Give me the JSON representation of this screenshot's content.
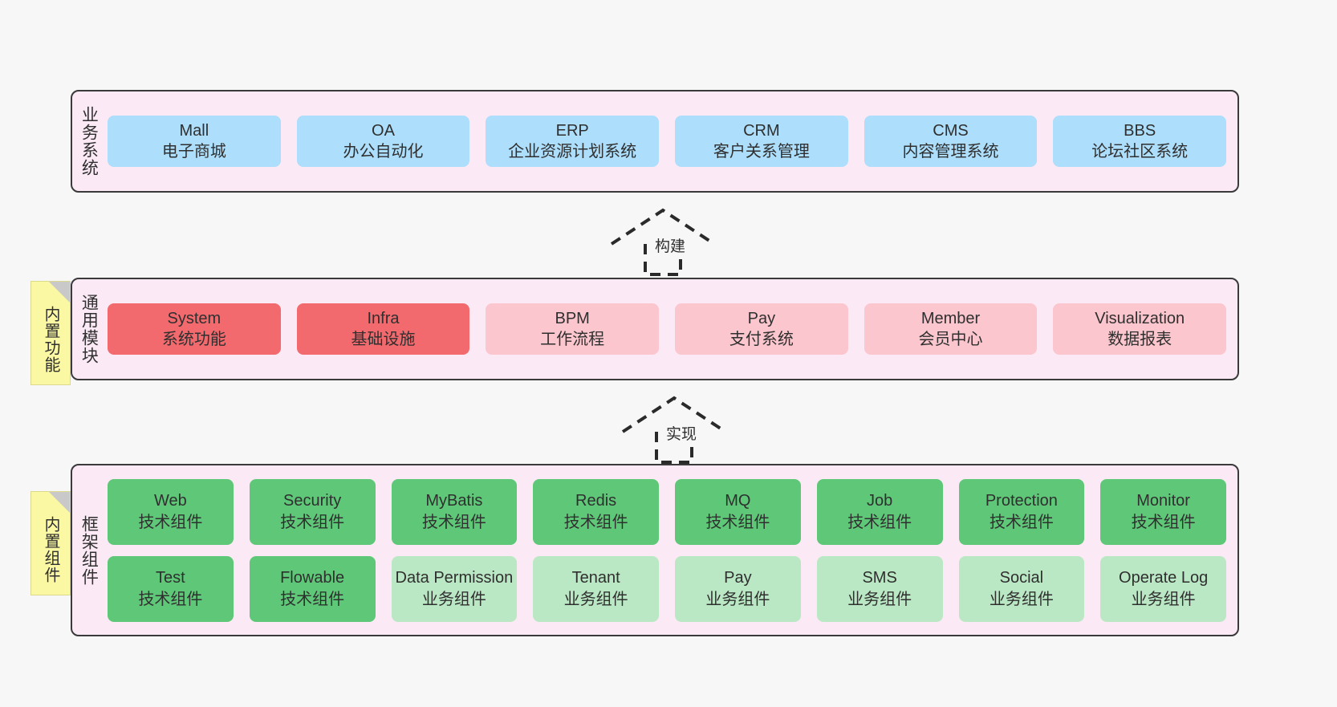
{
  "diagram": {
    "background": "#f7f7f7",
    "container_fill": "#fbeaf5",
    "container_stroke": "#3a3a3a"
  },
  "layers": [
    {
      "id": "business",
      "title": "业务系统",
      "note": null,
      "rows": [
        {
          "style": "c-blue",
          "cards": [
            {
              "name": "Mall",
              "sub": "电子商城",
              "color": "#addefb"
            },
            {
              "name": "OA",
              "sub": "办公自动化",
              "color": "#addefb"
            },
            {
              "name": "ERP",
              "sub": "企业资源计划系统",
              "color": "#addefb"
            },
            {
              "name": "CRM",
              "sub": "客户关系管理",
              "color": "#addefb"
            },
            {
              "name": "CMS",
              "sub": "内容管理系统",
              "color": "#addefb"
            },
            {
              "name": "BBS",
              "sub": "论坛社区系统",
              "color": "#addefb"
            }
          ]
        }
      ]
    },
    {
      "id": "common-modules",
      "title": "通用模块",
      "note": "内置功能",
      "rows": [
        {
          "cards": [
            {
              "name": "System",
              "sub": "系统功能",
              "color": "#f26a6e",
              "style": "c-red"
            },
            {
              "name": "Infra",
              "sub": "基础设施",
              "color": "#f26a6e",
              "style": "c-red"
            },
            {
              "name": "BPM",
              "sub": "工作流程",
              "color": "#fbc6cd",
              "style": "c-pink"
            },
            {
              "name": "Pay",
              "sub": "支付系统",
              "color": "#fbc6cd",
              "style": "c-pink"
            },
            {
              "name": "Member",
              "sub": "会员中心",
              "color": "#fbc6cd",
              "style": "c-pink"
            },
            {
              "name": "Visualization",
              "sub": "数据报表",
              "color": "#fbc6cd",
              "style": "c-pink"
            }
          ]
        }
      ]
    },
    {
      "id": "framework-components",
      "title": "框架组件",
      "note": "内置组件",
      "rows": [
        {
          "cards": [
            {
              "name": "Web",
              "sub": "技术组件",
              "color": "#5fc878",
              "style": "c-green"
            },
            {
              "name": "Security",
              "sub": "技术组件",
              "color": "#5fc878",
              "style": "c-green"
            },
            {
              "name": "MyBatis",
              "sub": "技术组件",
              "color": "#5fc878",
              "style": "c-green"
            },
            {
              "name": "Redis",
              "sub": "技术组件",
              "color": "#5fc878",
              "style": "c-green"
            },
            {
              "name": "MQ",
              "sub": "技术组件",
              "color": "#5fc878",
              "style": "c-green"
            },
            {
              "name": "Job",
              "sub": "技术组件",
              "color": "#5fc878",
              "style": "c-green"
            },
            {
              "name": "Protection",
              "sub": "技术组件",
              "color": "#5fc878",
              "style": "c-green"
            },
            {
              "name": "Monitor",
              "sub": "技术组件",
              "color": "#5fc878",
              "style": "c-green"
            }
          ]
        },
        {
          "cards": [
            {
              "name": "Test",
              "sub": "技术组件",
              "color": "#5fc878",
              "style": "c-green"
            },
            {
              "name": "Flowable",
              "sub": "技术组件",
              "color": "#5fc878",
              "style": "c-green"
            },
            {
              "name": "Data Permission",
              "sub": "业务组件",
              "color": "#bbe8c4",
              "style": "c-lightgrn"
            },
            {
              "name": "Tenant",
              "sub": "业务组件",
              "color": "#bbe8c4",
              "style": "c-lightgrn"
            },
            {
              "name": "Pay",
              "sub": "业务组件",
              "color": "#bbe8c4",
              "style": "c-lightgrn"
            },
            {
              "name": "SMS",
              "sub": "业务组件",
              "color": "#bbe8c4",
              "style": "c-lightgrn"
            },
            {
              "name": "Social",
              "sub": "业务组件",
              "color": "#bbe8c4",
              "style": "c-lightgrn"
            },
            {
              "name": "Operate Log",
              "sub": "业务组件",
              "color": "#bbe8c4",
              "style": "c-lightgrn"
            }
          ]
        }
      ]
    }
  ],
  "connectors": [
    {
      "id": "build",
      "label": "构建",
      "from": "common-modules",
      "to": "business"
    },
    {
      "id": "implement",
      "label": "实现",
      "from": "framework-components",
      "to": "common-modules"
    }
  ]
}
